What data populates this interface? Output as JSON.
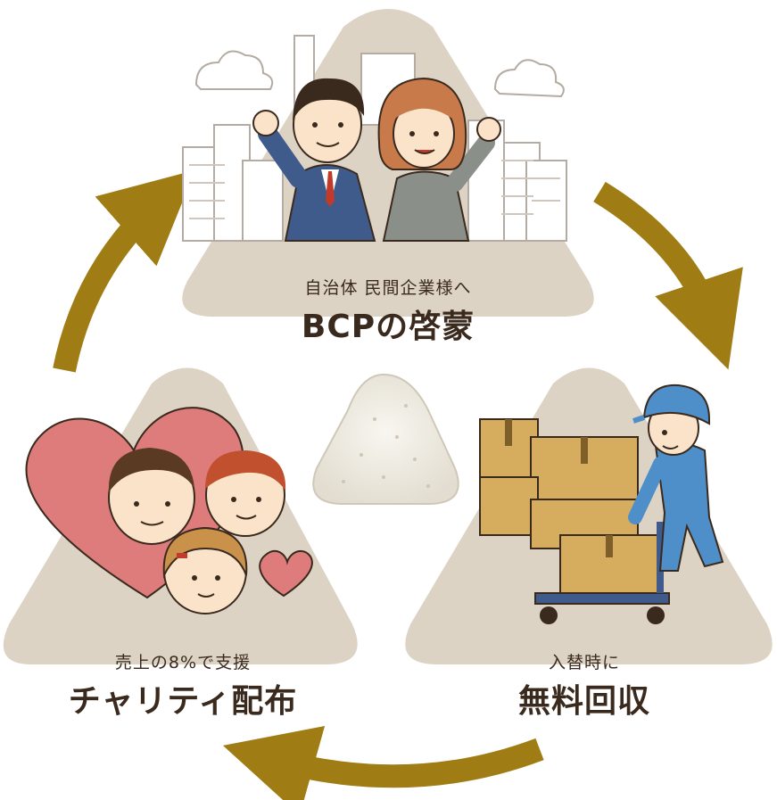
{
  "cycle": {
    "top": {
      "caption": "自治体 民間企業様へ",
      "heading": "BCPの啓蒙"
    },
    "right": {
      "caption": "入替時に",
      "heading": "無料回収"
    },
    "left": {
      "caption": "売上の8%で支援",
      "heading": "チャリティ配布"
    }
  },
  "colors": {
    "arrow": "#a07d14",
    "triangle": "#ddd3c5",
    "heart": "#de7c7c",
    "box": "#d6ad5f",
    "worker": "#4f8fc9",
    "suit_man": "#3f5b8c",
    "suit_woman": "#8a8f8a",
    "building": "#b4aba3"
  },
  "icons": [
    "onigiri-icon",
    "businesspeople-icon",
    "delivery-worker-icon",
    "heart-family-icon"
  ]
}
